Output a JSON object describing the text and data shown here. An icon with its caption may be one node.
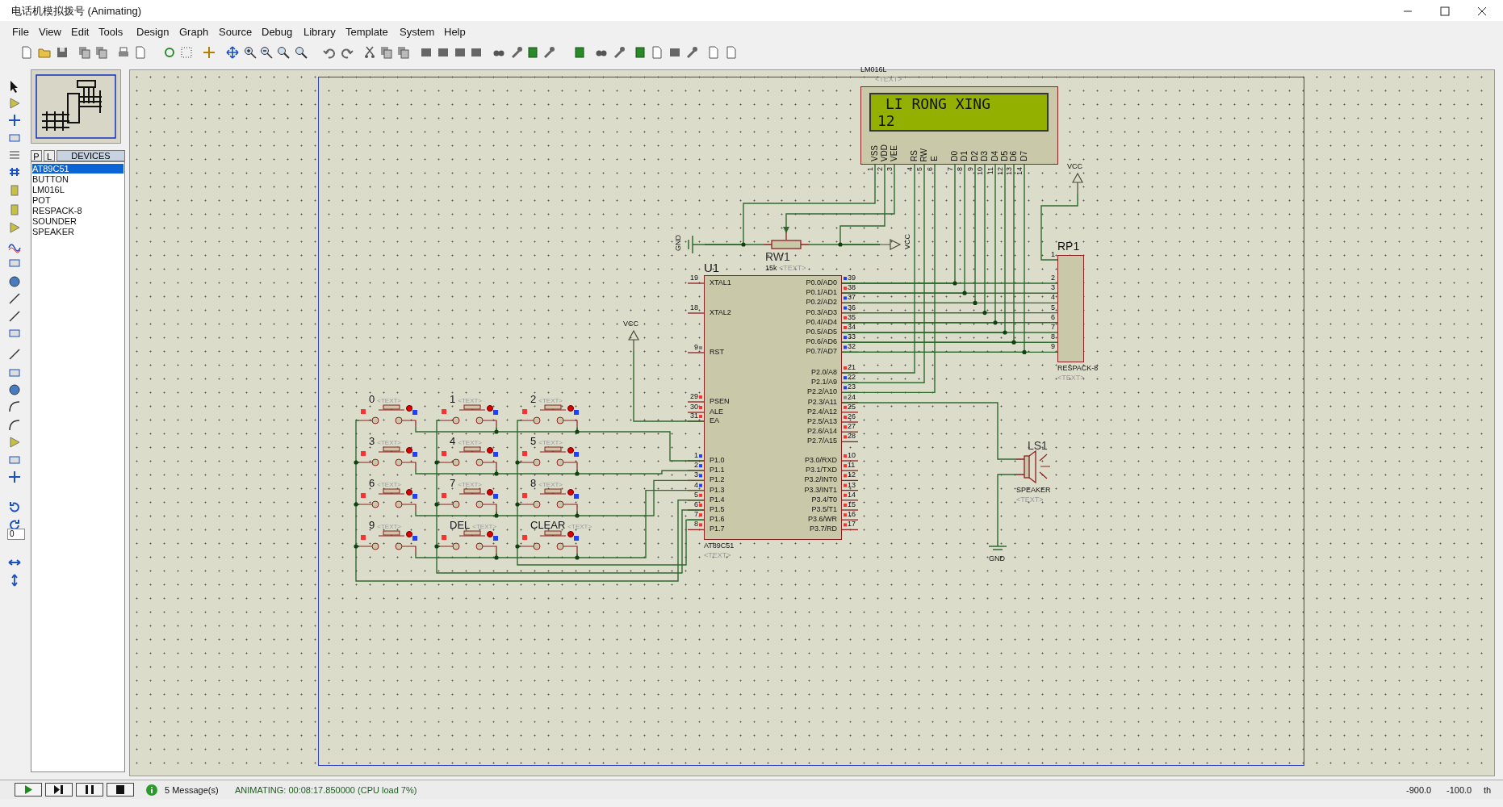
{
  "diagram": {
    "title": "电话机模拟拨号 (Animating)",
    "nodes": [
      {
        "text": [
          "LM016L",
          "<TEXT>",
          "LI RONG XING",
          "12",
          "VSS",
          "VDD",
          "VEE",
          "RS",
          "RW",
          "E",
          "D0",
          "D1",
          "D2",
          "D3",
          "D4",
          "D5",
          "D6",
          "D7"
        ],
        "beside": [
          "1",
          "2",
          "3",
          "4",
          "5",
          "6",
          "7",
          "8",
          "9",
          "10",
          "11",
          "12",
          "13",
          "14"
        ]
      },
      {
        "text": [
          "GND"
        ]
      },
      {
        "text": [
          "RW1",
          "15k",
          "<TEXT>"
        ]
      },
      {
        "text": [
          "VCC"
        ]
      },
      {
        "text": [
          "U1",
          "XTAL1",
          "XTAL2",
          "RST",
          "PSEN",
          "ALE",
          "EA",
          "P1.0",
          "P1.1",
          "P1.2",
          "P1.3",
          "P1.4",
          "P1.5",
          "P1.6",
          "P1.7",
          "P0.0/AD0",
          "P0.1/AD1",
          "P0.2/AD2",
          "P0.3/AD3",
          "P0.4/AD4",
          "P0.5/AD5",
          "P0.6/AD6",
          "P0.7/AD7",
          "P2.0/A8",
          "P2.1/A9",
          "P2.2/A10",
          "P2.3/A11",
          "P2.4/A12",
          "P2.5/A13",
          "P2.6/A14",
          "P2.7/A15",
          "P3.0/RXD",
          "P3.1/TXD",
          "P3.2/INT0",
          "P3.3/INT1",
          "P3.4/T0",
          "P3.5/T1",
          "P3.6/WR",
          "P3.7/RD",
          "AT89C51",
          "<TEXT>"
        ],
        "beside": [
          "19",
          "18",
          "9",
          "29",
          "30",
          "31",
          "1",
          "2",
          "3",
          "4",
          "5",
          "6",
          "7",
          "8",
          "39",
          "38",
          "37",
          "36",
          "35",
          "34",
          "33",
          "32",
          "21",
          "22",
          "23",
          "24",
          "25",
          "26",
          "27",
          "28",
          "10",
          "11",
          "12",
          "13",
          "14",
          "15",
          "16",
          "17"
        ]
      },
      {
        "text": [
          "RP1",
          "RESPACK-8",
          "<TEXT>"
        ],
        "beside": [
          "1",
          "2",
          "3",
          "4",
          "5",
          "6",
          "7",
          "8",
          "9"
        ]
      },
      {
        "text": [
          "VCC"
        ]
      },
      {
        "text": [
          "VCC"
        ]
      },
      {
        "text": [
          "LS1",
          "SPEAKER",
          "<TEXT>"
        ]
      },
      {
        "text": [
          "GND"
        ]
      },
      {
        "text": [
          "0",
          "<TEXT>"
        ]
      },
      {
        "text": [
          "1",
          "<TEXT>"
        ]
      },
      {
        "text": [
          "2",
          "<TEXT>"
        ]
      },
      {
        "text": [
          "3",
          "<TEXT>"
        ]
      },
      {
        "text": [
          "4",
          "<TEXT>"
        ]
      },
      {
        "text": [
          "5",
          "<TEXT>"
        ]
      },
      {
        "text": [
          "6",
          "<TEXT>"
        ]
      },
      {
        "text": [
          "7",
          "<TEXT>"
        ]
      },
      {
        "text": [
          "8",
          "<TEXT>"
        ]
      },
      {
        "text": [
          "9",
          "<TEXT>"
        ]
      },
      {
        "text": [
          "DEL",
          "<TEXT>"
        ]
      },
      {
        "text": [
          "CLEAR",
          "<TEXT>"
        ]
      }
    ],
    "edges": [
      {
        "from": 0,
        "to": 1,
        "arrow": "none"
      },
      {
        "from": 0,
        "to": 2,
        "arrow": "to"
      },
      {
        "from": 0,
        "to": 3,
        "arrow": "none"
      },
      {
        "from": 1,
        "to": 2,
        "arrow": "none"
      },
      {
        "from": 2,
        "to": 3,
        "arrow": "none"
      },
      {
        "from": 4,
        "to": 0,
        "arrow": "none"
      },
      {
        "from": 4,
        "to": 0,
        "arrow": "none"
      },
      {
        "from": 4,
        "to": 0,
        "arrow": "none"
      },
      {
        "from": 4,
        "to": 0,
        "arrow": "none"
      },
      {
        "from": 4,
        "to": 0,
        "arrow": "none"
      },
      {
        "from": 4,
        "to": 0,
        "arrow": "none"
      },
      {
        "from": 4,
        "to": 0,
        "arrow": "none"
      },
      {
        "from": 4,
        "to": 0,
        "arrow": "none"
      },
      {
        "from": 4,
        "to": 0,
        "arrow": "none"
      },
      {
        "from": 4,
        "to": 0,
        "arrow": "none"
      },
      {
        "from": 4,
        "to": 0,
        "arrow": "none"
      },
      {
        "from": 4,
        "to": 5,
        "arrow": "none"
      },
      {
        "from": 4,
        "to": 5,
        "arrow": "none"
      },
      {
        "from": 4,
        "to": 5,
        "arrow": "none"
      },
      {
        "from": 4,
        "to": 5,
        "arrow": "none"
      },
      {
        "from": 4,
        "to": 5,
        "arrow": "none"
      },
      {
        "from": 4,
        "to": 5,
        "arrow": "none"
      },
      {
        "from": 4,
        "to": 5,
        "arrow": "none"
      },
      {
        "from": 4,
        "to": 5,
        "arrow": "none"
      },
      {
        "from": 5,
        "to": 6,
        "arrow": "none"
      },
      {
        "from": 4,
        "to": 7,
        "arrow": "none"
      },
      {
        "from": 4,
        "to": 8,
        "arrow": "none"
      },
      {
        "from": 8,
        "to": 9,
        "arrow": "none"
      },
      {
        "from": 10,
        "to": 11,
        "arrow": "none"
      },
      {
        "from": 11,
        "to": 12,
        "arrow": "none"
      },
      {
        "from": 12,
        "to": 4,
        "arrow": "none"
      },
      {
        "from": 13,
        "to": 14,
        "arrow": "none"
      },
      {
        "from": 14,
        "to": 15,
        "arrow": "none"
      },
      {
        "from": 15,
        "to": 4,
        "arrow": "none"
      },
      {
        "from": 16,
        "to": 17,
        "arrow": "none"
      },
      {
        "from": 17,
        "to": 18,
        "arrow": "none"
      },
      {
        "from": 18,
        "to": 4,
        "arrow": "none"
      },
      {
        "from": 19,
        "to": 20,
        "arrow": "none"
      },
      {
        "from": 20,
        "to": 21,
        "arrow": "none"
      },
      {
        "from": 21,
        "to": 4,
        "arrow": "none"
      },
      {
        "from": 10,
        "to": 13,
        "arrow": "none"
      },
      {
        "from": 13,
        "to": 16,
        "arrow": "none"
      },
      {
        "from": 16,
        "to": 19,
        "arrow": "none"
      },
      {
        "from": 19,
        "to": 4,
        "arrow": "none"
      },
      {
        "from": 11,
        "to": 14,
        "arrow": "none"
      },
      {
        "from": 14,
        "to": 17,
        "arrow": "none"
      },
      {
        "from": 17,
        "to": 20,
        "arrow": "none"
      },
      {
        "from": 20,
        "to": 4,
        "arrow": "none"
      },
      {
        "from": 12,
        "to": 15,
        "arrow": "none"
      },
      {
        "from": 15,
        "to": 18,
        "arrow": "none"
      },
      {
        "from": 18,
        "to": 21,
        "arrow": "none"
      },
      {
        "from": 21,
        "to": 4,
        "arrow": "none"
      }
    ],
    "labels": [
      "File",
      "View",
      "Edit",
      "Tools",
      "Design",
      "Graph",
      "Source",
      "Debug",
      "Library",
      "Template",
      "System",
      "Help",
      "P",
      "L",
      "DEVICES",
      "AT89C51",
      "BUTTON",
      "LM016L",
      "POT",
      "RESPACK-8",
      "SOUNDER",
      "SPEAKER",
      "0",
      "5 Message(s)",
      "ANIMATING: 00:08:17.850000 (CPU load 7%)",
      "-900.0",
      "-100.0",
      "th"
    ]
  }
}
